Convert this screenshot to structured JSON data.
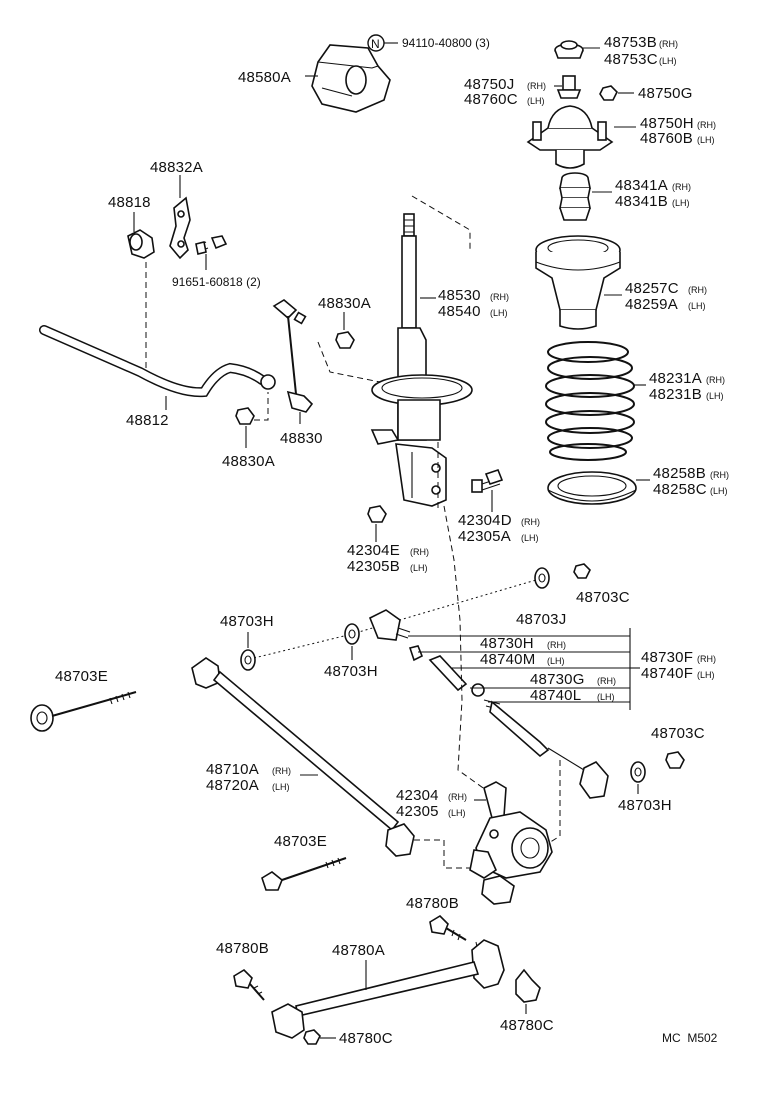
{
  "labels": {
    "p48580A": "48580A",
    "p94110": "94110-40800 (3)",
    "note_n": "N",
    "p48753B": "48753B",
    "p48753C": "48753C",
    "p48750J": "48750J",
    "p48760C": "48760C",
    "p48750G": "48750G",
    "p48750H": "48750H",
    "p48760B": "48760B",
    "p48341A": "48341A",
    "p48341B": "48341B",
    "p48257C": "48257C",
    "p48259A": "48259A",
    "p48231A": "48231A",
    "p48231B": "48231B",
    "p48258B": "48258B",
    "p48258C": "48258C",
    "p48832A": "48832A",
    "p48818": "48818",
    "p91651": "91651-60818 (2)",
    "p48830A_top": "48830A",
    "p48530": "48530",
    "p48540": "48540",
    "p48812": "48812",
    "p48830": "48830",
    "p48830A_bot": "48830A",
    "p42304D": "42304D",
    "p42305A": "42305A",
    "p42304E": "42304E",
    "p42305B": "42305B",
    "p48703J": "48703J",
    "p48703C_top": "48703C",
    "p48703H_left": "48703H",
    "p48703H_mid": "48703H",
    "p48730H": "48730H",
    "p48740M": "48740M",
    "p48730F": "48730F",
    "p48740F": "48740F",
    "p48730G": "48730G",
    "p48740L": "48740L",
    "p48703E_left": "48703E",
    "p48703C_right": "48703C",
    "p48703H_right": "48703H",
    "p48710A": "48710A",
    "p48720A": "48720A",
    "p42304": "42304",
    "p42305": "42305",
    "p48703E_mid": "48703E",
    "p48780B_right": "48780B",
    "p48780B_left": "48780B",
    "p48780A": "48780A",
    "p48780C_right": "48780C",
    "p48780C_bot": "48780C",
    "footer": "MC  M502"
  },
  "suffix": {
    "rh": "(RH)",
    "lh": "(LH)",
    "rh_spaced": "(RH)",
    "lh_spaced": "(LH)"
  }
}
